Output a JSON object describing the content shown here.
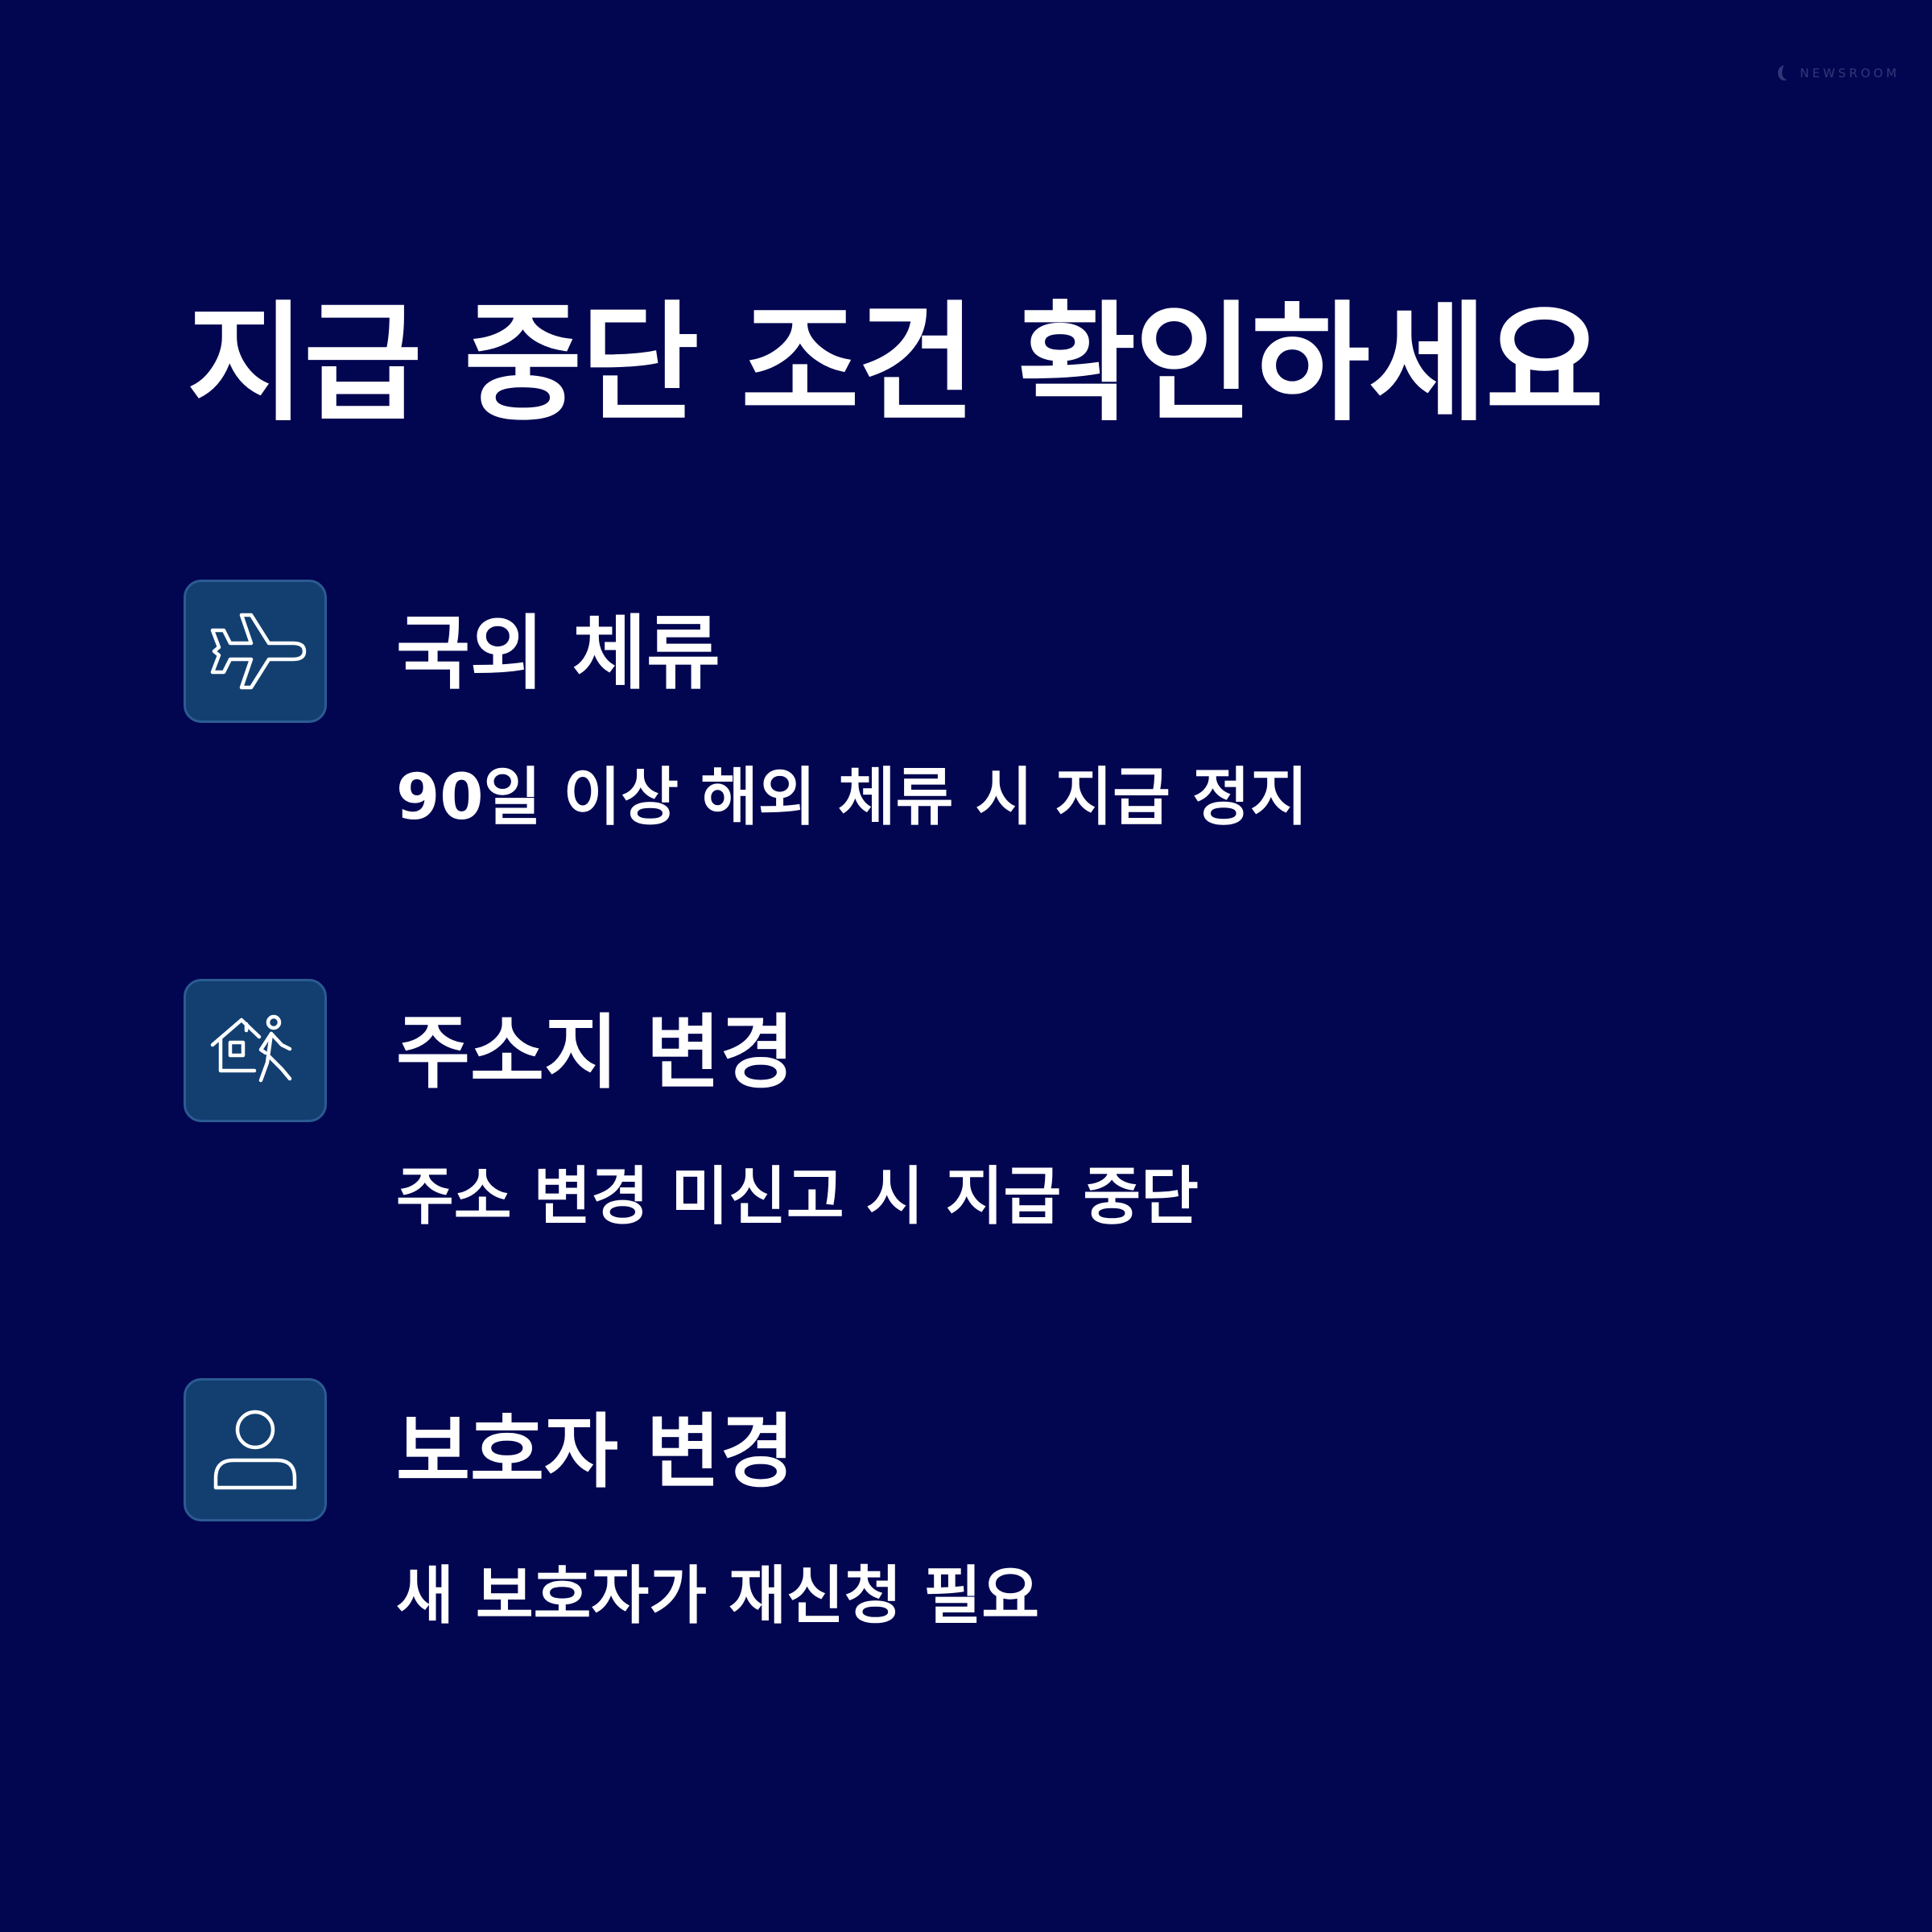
{
  "colors": {
    "background": "#020650",
    "icon_box": "#123f70",
    "icon_border": "#2b5b92",
    "text": "#ffffff"
  },
  "logo": {
    "icon": "logo-mark-icon",
    "text": "NEWSROOM"
  },
  "title": "지급 중단 조건 확인하세요",
  "items": [
    {
      "icon": "airplane-icon",
      "title": "국외 체류",
      "description": "90일 이상 해외 체류 시 지급 정지"
    },
    {
      "icon": "house-moving-person-icon",
      "title": "주소지 변경",
      "description": "주소 변경 미신고 시 지급 중단"
    },
    {
      "icon": "person-icon",
      "title": "보호자 변경",
      "description": "새 보호자가 재신청 필요"
    }
  ]
}
